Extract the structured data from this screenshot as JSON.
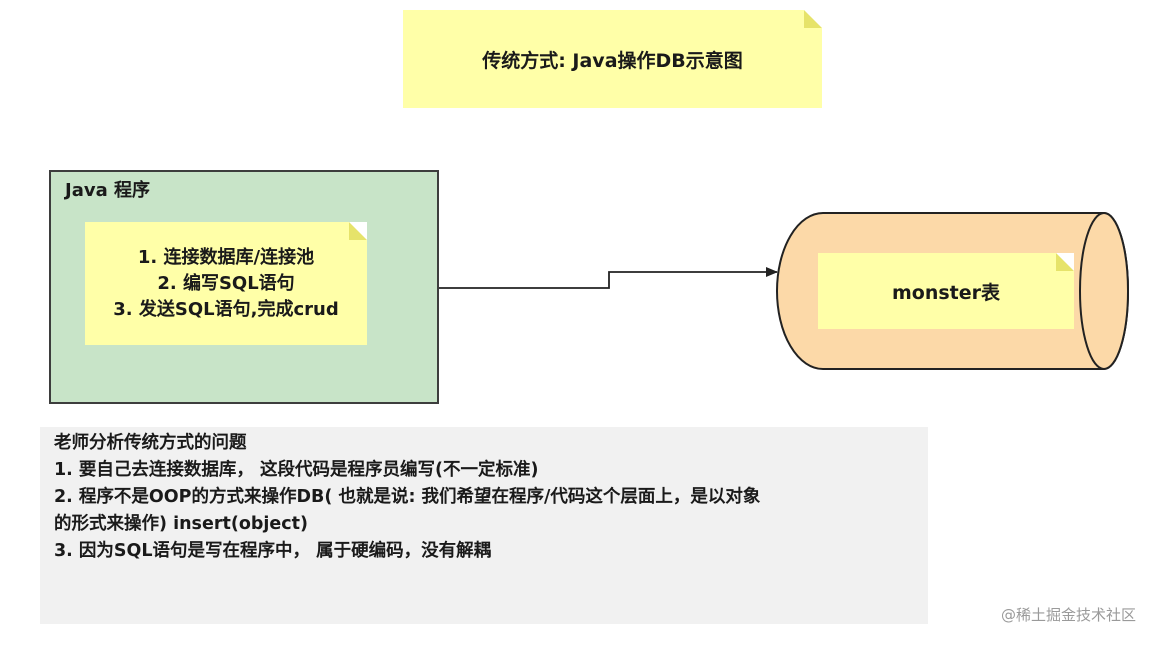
{
  "title_note": {
    "text": "传统方式: Java操作DB示意图"
  },
  "java_box": {
    "label": "Java 程序",
    "steps": [
      "1. 连接数据库/连接池",
      "2. 编写SQL语句",
      "3. 发送SQL语句,完成crud"
    ]
  },
  "database": {
    "label": "monster表"
  },
  "analysis": {
    "lines": [
      "老师分析传统方式的问题",
      "1. 要自己去连接数据库， 这段代码是程序员编写(不一定标准)",
      "2. 程序不是OOP的方式来操作DB( 也就是说: 我们希望在程序/代码这个层面上，是以对象",
      "的形式来操作)  insert(object)",
      "3. 因为SQL语句是写在程序中， 属于硬编码，没有解耦"
    ]
  },
  "watermark": "@稀土掘金技术社区",
  "colors": {
    "note_fill": "#ffffa8",
    "java_box_fill": "#c8e4c8",
    "cylinder_fill": "#fcd9a8",
    "analysis_fill": "#f1f1f1"
  }
}
